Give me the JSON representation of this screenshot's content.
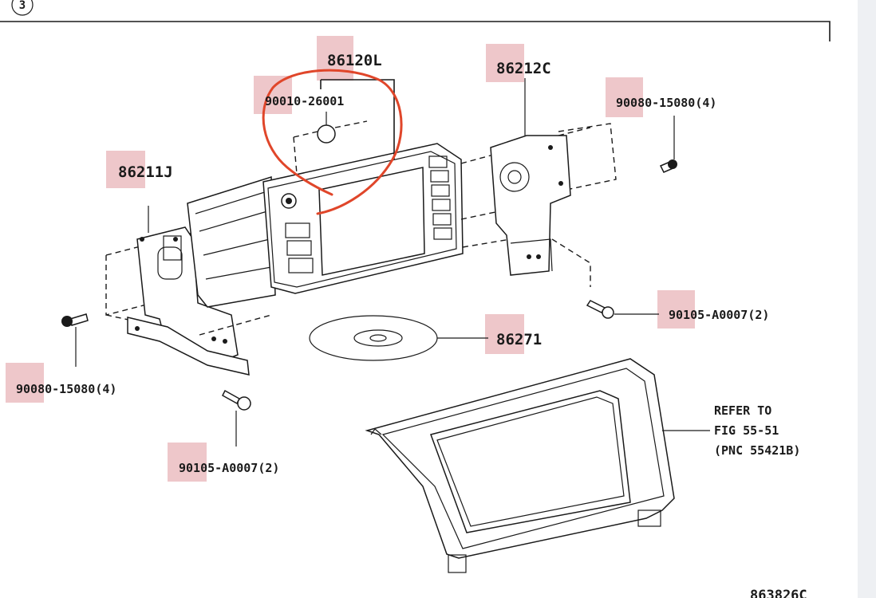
{
  "diagram": {
    "section_marker": "3",
    "part_labels": {
      "p_86120L": "86120L",
      "p_90010": "90010-26001",
      "p_86212C": "86212C",
      "p_90080_right": "90080-15080(4)",
      "p_86211J": "86211J",
      "p_90105_right": "90105-A0007(2)",
      "p_86271": "86271",
      "p_90080_left": "90080-15080(4)",
      "p_90105_bottom": "90105-A0007(2)"
    },
    "refer_note": {
      "line1": "REFER TO",
      "line2": "FIG 55-51",
      "line3": "(PNC 55421B)"
    },
    "illustration_code": "863826C",
    "colors": {
      "highlight": "#e8b4b8",
      "annotation": "#e0462a",
      "ink": "#1a1a1a"
    }
  }
}
